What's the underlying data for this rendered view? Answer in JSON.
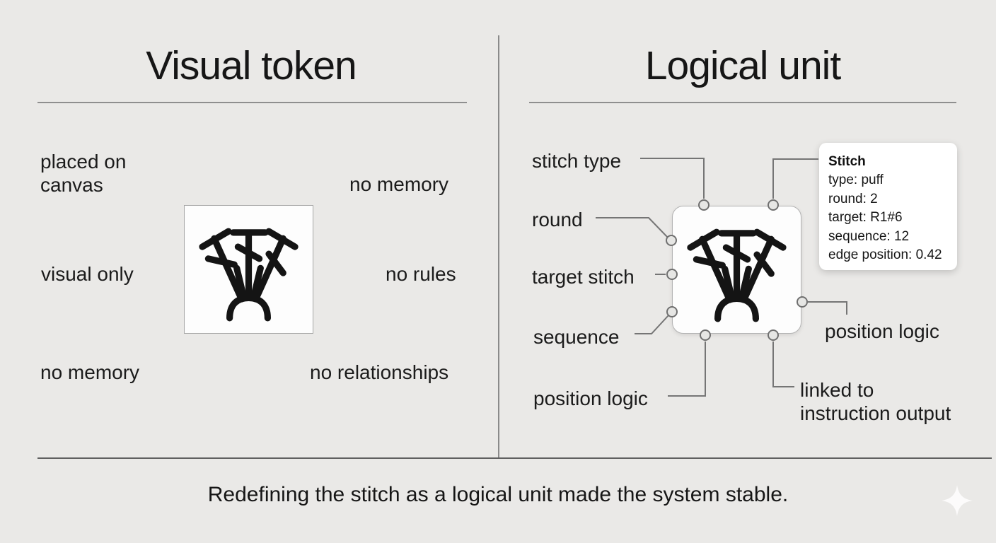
{
  "left_panel": {
    "title": "Visual token",
    "labels": [
      {
        "id": "placed-on-canvas",
        "text": "placed on canvas"
      },
      {
        "id": "no-memory-top",
        "text": "no memory"
      },
      {
        "id": "visual-only",
        "text": "visual only"
      },
      {
        "id": "no-rules",
        "text": "no rules"
      },
      {
        "id": "no-memory-bottom",
        "text": "no memory"
      },
      {
        "id": "no-relationships",
        "text": "no relationships"
      }
    ]
  },
  "right_panel": {
    "title": "Logical unit",
    "callouts": {
      "stitch_type": "stitch type",
      "round": "round",
      "target_stitch": "target stitch",
      "sequence": "sequence",
      "position_logic_bottom": "position logic",
      "position_logic_right": "position logic",
      "linked_to": "linked to instruction output"
    },
    "tooltip": {
      "title": "Stitch",
      "rows": [
        "type: puff",
        "round: 2",
        "target: R1#6",
        "sequence: 12",
        "edge position: 0.42"
      ]
    }
  },
  "caption": {
    "text": "Redefining the stitch as a logical unit made the system stable."
  },
  "icons": {
    "stitch_symbol": "puff-stitch-icon",
    "sparkle": "sparkle-icon"
  },
  "colors": {
    "background": "#eae9e7",
    "text": "#1b1b1b",
    "connector": "#757575",
    "card": "#ffffff"
  }
}
